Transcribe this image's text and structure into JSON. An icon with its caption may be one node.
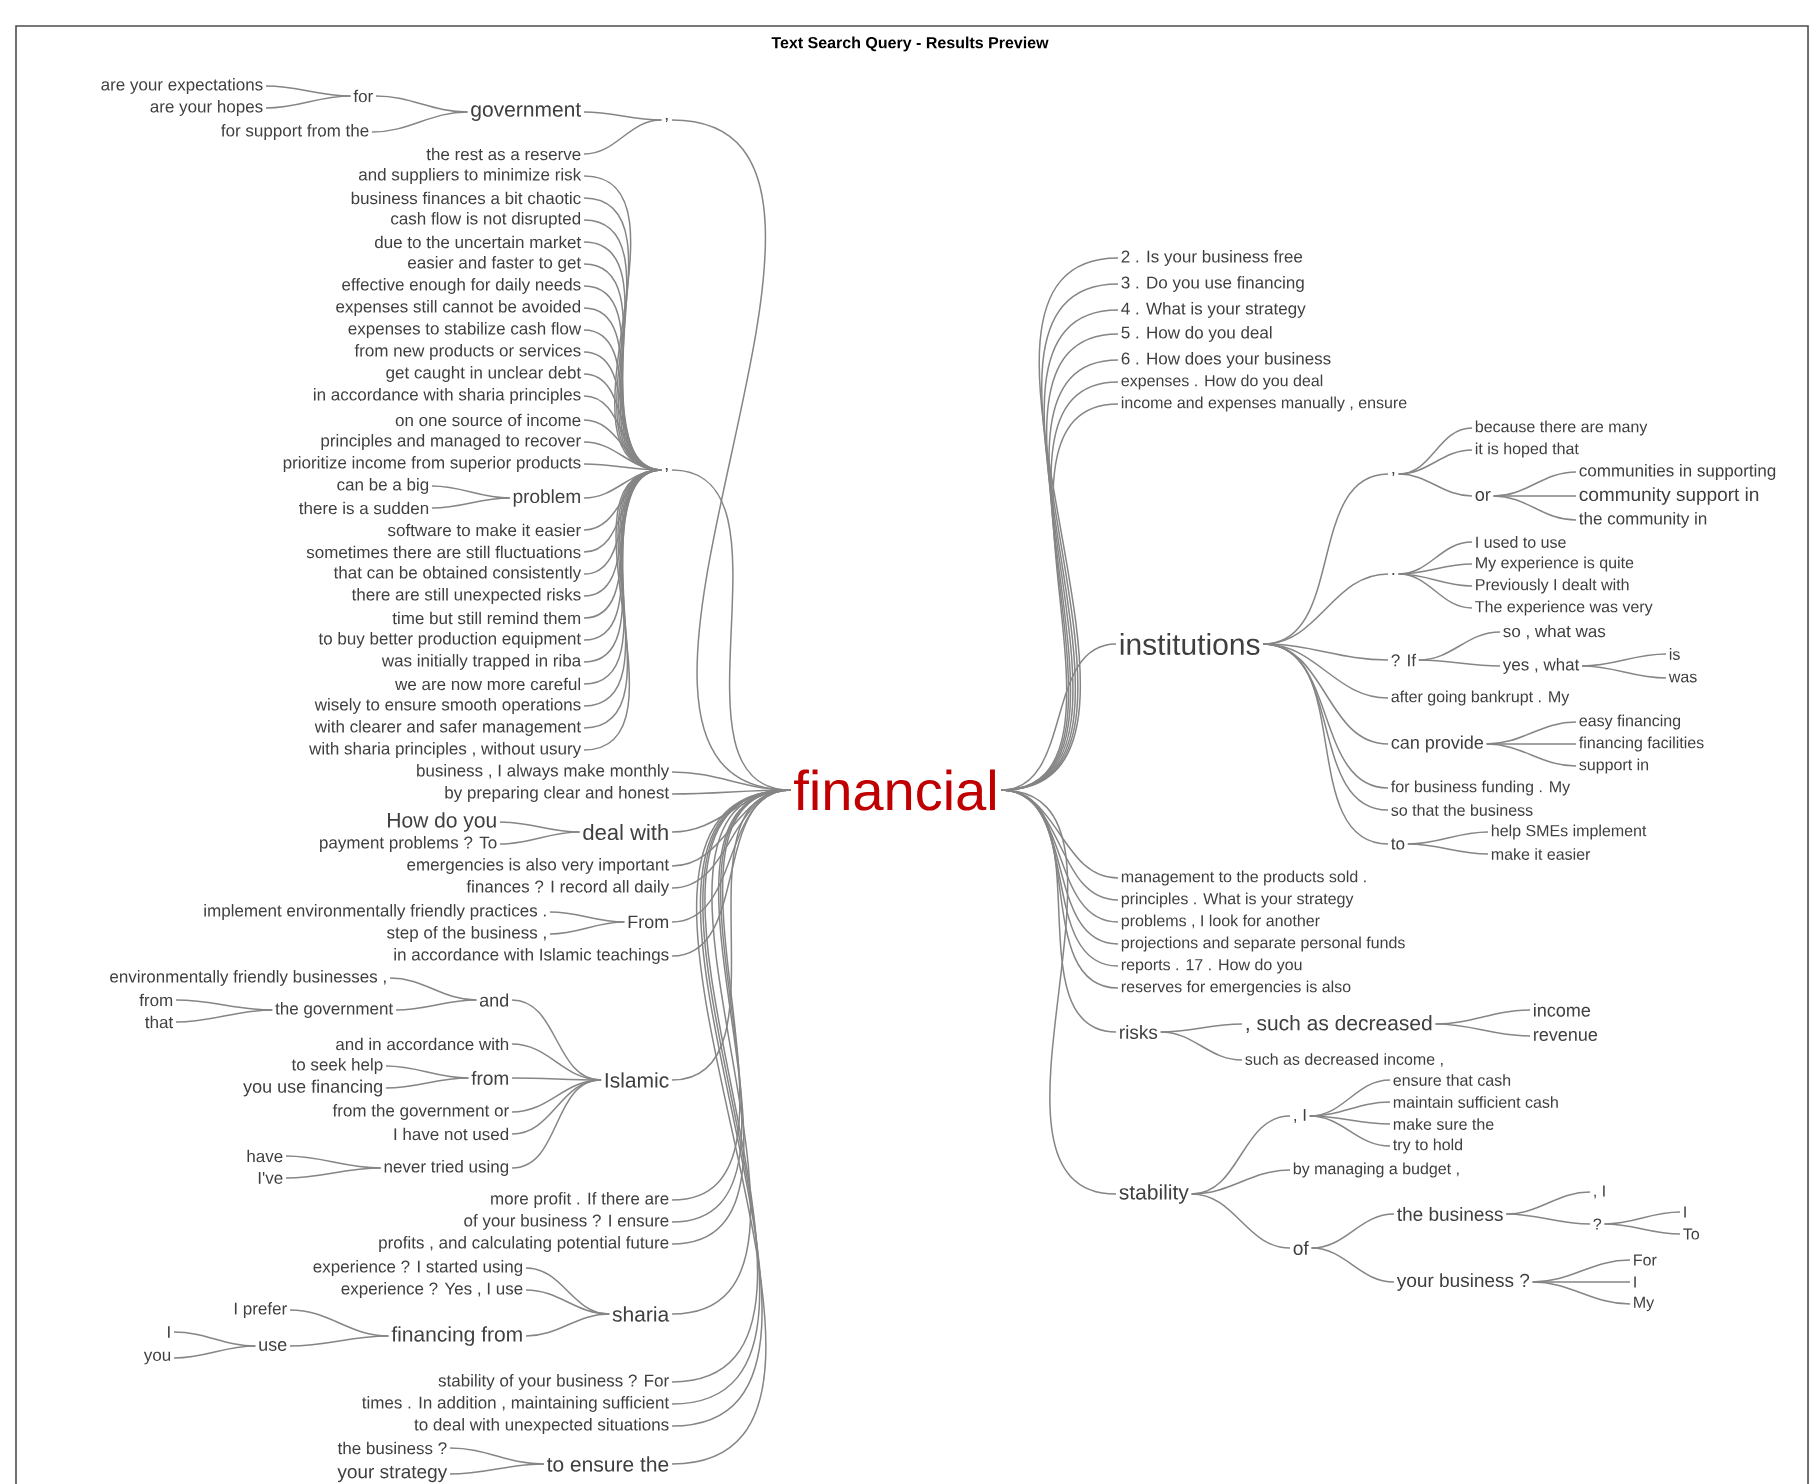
{
  "diagram": {
    "title": "Text Search Query - Results Preview",
    "nodes": [
      {
        "text": [
          "are your expectations"
        ]
      },
      {
        "text": [
          "are your hopes"
        ]
      },
      {
        "text": [
          "for"
        ]
      },
      {
        "text": [
          "for support from the"
        ]
      },
      {
        "text": [
          "government"
        ]
      },
      {
        "text": [
          ","
        ]
      },
      {
        "text": [
          "the rest as a reserve"
        ]
      },
      {
        "text": [
          "and suppliers to minimize risk"
        ]
      },
      {
        "text": [
          "business finances a bit chaotic"
        ]
      },
      {
        "text": [
          "cash flow is not disrupted"
        ]
      },
      {
        "text": [
          "due to the uncertain market"
        ]
      },
      {
        "text": [
          "easier and faster to get"
        ]
      },
      {
        "text": [
          "effective enough for daily needs"
        ]
      },
      {
        "text": [
          "expenses still cannot be avoided"
        ]
      },
      {
        "text": [
          "expenses to stabilize cash flow"
        ]
      },
      {
        "text": [
          "from new products or services"
        ]
      },
      {
        "text": [
          "get caught in unclear debt"
        ]
      },
      {
        "text": [
          "in accordance with sharia principles"
        ]
      },
      {
        "text": [
          "on one source of income"
        ]
      },
      {
        "text": [
          "principles and managed to recover"
        ]
      },
      {
        "text": [
          "prioritize income from superior products"
        ]
      },
      {
        "text": [
          ","
        ]
      },
      {
        "text": [
          "can be a big"
        ]
      },
      {
        "text": [
          "problem"
        ]
      },
      {
        "text": [
          "there is a sudden"
        ]
      },
      {
        "text": [
          "software to make it easier"
        ]
      },
      {
        "text": [
          "sometimes there are still fluctuations"
        ]
      },
      {
        "text": [
          "that can be obtained consistently"
        ]
      },
      {
        "text": [
          "there are still unexpected risks"
        ]
      },
      {
        "text": [
          "time but still remind them"
        ]
      },
      {
        "text": [
          "to buy better production equipment"
        ]
      },
      {
        "text": [
          "was initially trapped in riba"
        ]
      },
      {
        "text": [
          "we are now more careful"
        ]
      },
      {
        "text": [
          "wisely to ensure smooth operations"
        ]
      },
      {
        "text": [
          "with clearer and safer management"
        ]
      },
      {
        "text": [
          "with sharia principles , without usury"
        ]
      },
      {
        "text": [
          "business , I always make monthly"
        ]
      },
      {
        "text": [
          "by preparing clear and honest"
        ]
      },
      {
        "text": [
          "How do you"
        ]
      },
      {
        "text": [
          "deal with"
        ]
      },
      {
        "text": [
          "payment problems ? To"
        ]
      },
      {
        "text": [
          "emergencies is also very important"
        ]
      },
      {
        "text": [
          "finances ? I record all daily"
        ]
      },
      {
        "text": [
          "implement environmentally friendly practices ."
        ]
      },
      {
        "text": [
          "From"
        ]
      },
      {
        "text": [
          "step of the business ,"
        ]
      },
      {
        "text": [
          "in accordance with Islamic teachings"
        ]
      },
      {
        "text": [
          "environmentally friendly businesses ,"
        ]
      },
      {
        "text": [
          "from"
        ]
      },
      {
        "text": [
          "the government"
        ]
      },
      {
        "text": [
          "and"
        ]
      },
      {
        "text": [
          "that"
        ]
      },
      {
        "text": [
          "and in accordance with"
        ]
      },
      {
        "text": [
          "Islamic"
        ]
      },
      {
        "text": [
          "to seek help"
        ]
      },
      {
        "text": [
          "from"
        ]
      },
      {
        "text": [
          "you use financing"
        ]
      },
      {
        "text": [
          "from the government or"
        ]
      },
      {
        "text": [
          "I have not used"
        ]
      },
      {
        "text": [
          "have"
        ]
      },
      {
        "text": [
          "never tried using"
        ]
      },
      {
        "text": [
          "I've"
        ]
      },
      {
        "text": [
          "more profit . If there are"
        ]
      },
      {
        "text": [
          "of your business ? I ensure"
        ]
      },
      {
        "text": [
          "profits , and calculating potential future"
        ]
      },
      {
        "text": [
          "experience ? I started using"
        ]
      },
      {
        "text": [
          "experience ? Yes , I use"
        ]
      },
      {
        "text": [
          "I prefer"
        ]
      },
      {
        "text": [
          "sharia"
        ]
      },
      {
        "text": [
          "financing from"
        ]
      },
      {
        "text": [
          "I"
        ]
      },
      {
        "text": [
          "use"
        ]
      },
      {
        "text": [
          "you"
        ]
      },
      {
        "text": [
          "stability of your business ? For"
        ]
      },
      {
        "text": [
          "times . In addition , maintaining sufficient"
        ]
      },
      {
        "text": [
          "to deal with unexpected situations"
        ]
      },
      {
        "text": [
          "the business ?"
        ]
      },
      {
        "text": [
          "your strategy"
        ]
      },
      {
        "text": [
          "to ensure the"
        ]
      },
      {
        "text": [
          "financial"
        ]
      },
      {
        "text": [
          "2 . Is your business free"
        ]
      },
      {
        "text": [
          "3 . Do you use financing"
        ]
      },
      {
        "text": [
          "4 . What is your strategy"
        ]
      },
      {
        "text": [
          "5 . How do you deal"
        ]
      },
      {
        "text": [
          "6 . How does your business"
        ]
      },
      {
        "text": [
          "expenses . How do you deal"
        ]
      },
      {
        "text": [
          "income and expenses manually , ensure"
        ]
      },
      {
        "text": [
          "because there are many"
        ]
      },
      {
        "text": [
          "it is hoped that"
        ]
      },
      {
        "text": [
          ","
        ]
      },
      {
        "text": [
          "communities in supporting"
        ]
      },
      {
        "text": [
          "or"
        ]
      },
      {
        "text": [
          "community support in"
        ]
      },
      {
        "text": [
          "the community in"
        ]
      },
      {
        "text": [
          "I used to use"
        ]
      },
      {
        "text": [
          "My experience is quite"
        ]
      },
      {
        "text": [
          "."
        ]
      },
      {
        "text": [
          "Previously I dealt with"
        ]
      },
      {
        "text": [
          "The experience was very"
        ]
      },
      {
        "text": [
          "so , what was"
        ]
      },
      {
        "text": [
          "institutions"
        ]
      },
      {
        "text": [
          "? If"
        ]
      },
      {
        "text": [
          "is"
        ]
      },
      {
        "text": [
          "yes , what"
        ]
      },
      {
        "text": [
          "was"
        ]
      },
      {
        "text": [
          "after going bankrupt . My"
        ]
      },
      {
        "text": [
          "easy financing"
        ]
      },
      {
        "text": [
          "can provide"
        ]
      },
      {
        "text": [
          "financing facilities"
        ]
      },
      {
        "text": [
          "support in"
        ]
      },
      {
        "text": [
          "for business funding . My"
        ]
      },
      {
        "text": [
          "so that the business"
        ]
      },
      {
        "text": [
          "help SMEs implement"
        ]
      },
      {
        "text": [
          "to"
        ]
      },
      {
        "text": [
          "make it easier"
        ]
      },
      {
        "text": [
          "management to the products sold ."
        ]
      },
      {
        "text": [
          "principles . What is your strategy"
        ]
      },
      {
        "text": [
          "problems , I look for another"
        ]
      },
      {
        "text": [
          "projections and separate personal funds"
        ]
      },
      {
        "text": [
          "reports . 17 . How do you"
        ]
      },
      {
        "text": [
          "reserves for emergencies is also"
        ]
      },
      {
        "text": [
          "income"
        ]
      },
      {
        "text": [
          "risks"
        ]
      },
      {
        "text": [
          ", such as decreased"
        ]
      },
      {
        "text": [
          "revenue"
        ]
      },
      {
        "text": [
          "such as decreased income ,"
        ]
      },
      {
        "text": [
          "ensure that cash"
        ]
      },
      {
        "text": [
          "maintain sufficient cash"
        ]
      },
      {
        "text": [
          ", I"
        ]
      },
      {
        "text": [
          "make sure the"
        ]
      },
      {
        "text": [
          "try to hold"
        ]
      },
      {
        "text": [
          "by managing a budget ,"
        ]
      },
      {
        "text": [
          ", I"
        ]
      },
      {
        "text": [
          "stability"
        ]
      },
      {
        "text": [
          "I"
        ]
      },
      {
        "text": [
          "the business"
        ]
      },
      {
        "text": [
          "?"
        ]
      },
      {
        "text": [
          "To"
        ]
      },
      {
        "text": [
          "of"
        ]
      },
      {
        "text": [
          "For"
        ]
      },
      {
        "text": [
          "your business ?"
        ]
      },
      {
        "text": [
          "I"
        ]
      },
      {
        "text": [
          "My"
        ]
      }
    ],
    "edges": [
      {
        "from": 2,
        "to": 0,
        "arrow": "none"
      },
      {
        "from": 2,
        "to": 1,
        "arrow": "none"
      },
      {
        "from": 4,
        "to": 2,
        "arrow": "none"
      },
      {
        "from": 4,
        "to": 3,
        "arrow": "none"
      },
      {
        "from": 5,
        "to": 4,
        "arrow": "none"
      },
      {
        "from": 79,
        "to": 5,
        "arrow": "none"
      },
      {
        "from": 5,
        "to": 6,
        "arrow": "none"
      },
      {
        "from": 21,
        "to": 7,
        "arrow": "none"
      },
      {
        "from": 21,
        "to": 8,
        "arrow": "none"
      },
      {
        "from": 21,
        "to": 9,
        "arrow": "none"
      },
      {
        "from": 21,
        "to": 10,
        "arrow": "none"
      },
      {
        "from": 21,
        "to": 11,
        "arrow": "none"
      },
      {
        "from": 21,
        "to": 12,
        "arrow": "none"
      },
      {
        "from": 21,
        "to": 13,
        "arrow": "none"
      },
      {
        "from": 21,
        "to": 14,
        "arrow": "none"
      },
      {
        "from": 21,
        "to": 15,
        "arrow": "none"
      },
      {
        "from": 21,
        "to": 16,
        "arrow": "none"
      },
      {
        "from": 21,
        "to": 17,
        "arrow": "none"
      },
      {
        "from": 21,
        "to": 18,
        "arrow": "none"
      },
      {
        "from": 21,
        "to": 19,
        "arrow": "none"
      },
      {
        "from": 21,
        "to": 20,
        "arrow": "none"
      },
      {
        "from": 79,
        "to": 21,
        "arrow": "none"
      },
      {
        "from": 23,
        "to": 22,
        "arrow": "none"
      },
      {
        "from": 21,
        "to": 23,
        "arrow": "none"
      },
      {
        "from": 23,
        "to": 24,
        "arrow": "none"
      },
      {
        "from": 21,
        "to": 25,
        "arrow": "none"
      },
      {
        "from": 21,
        "to": 26,
        "arrow": "none"
      },
      {
        "from": 21,
        "to": 27,
        "arrow": "none"
      },
      {
        "from": 21,
        "to": 28,
        "arrow": "none"
      },
      {
        "from": 21,
        "to": 29,
        "arrow": "none"
      },
      {
        "from": 21,
        "to": 30,
        "arrow": "none"
      },
      {
        "from": 21,
        "to": 31,
        "arrow": "none"
      },
      {
        "from": 21,
        "to": 32,
        "arrow": "none"
      },
      {
        "from": 21,
        "to": 33,
        "arrow": "none"
      },
      {
        "from": 21,
        "to": 34,
        "arrow": "none"
      },
      {
        "from": 21,
        "to": 35,
        "arrow": "none"
      },
      {
        "from": 79,
        "to": 36,
        "arrow": "none"
      },
      {
        "from": 79,
        "to": 37,
        "arrow": "none"
      },
      {
        "from": 39,
        "to": 38,
        "arrow": "none"
      },
      {
        "from": 79,
        "to": 39,
        "arrow": "none"
      },
      {
        "from": 39,
        "to": 40,
        "arrow": "none"
      },
      {
        "from": 79,
        "to": 41,
        "arrow": "none"
      },
      {
        "from": 79,
        "to": 42,
        "arrow": "none"
      },
      {
        "from": 44,
        "to": 43,
        "arrow": "none"
      },
      {
        "from": 79,
        "to": 44,
        "arrow": "none"
      },
      {
        "from": 44,
        "to": 45,
        "arrow": "none"
      },
      {
        "from": 79,
        "to": 46,
        "arrow": "none"
      },
      {
        "from": 50,
        "to": 47,
        "arrow": "none"
      },
      {
        "from": 49,
        "to": 48,
        "arrow": "none"
      },
      {
        "from": 50,
        "to": 49,
        "arrow": "none"
      },
      {
        "from": 53,
        "to": 50,
        "arrow": "none"
      },
      {
        "from": 49,
        "to": 51,
        "arrow": "none"
      },
      {
        "from": 53,
        "to": 52,
        "arrow": "none"
      },
      {
        "from": 79,
        "to": 53,
        "arrow": "none"
      },
      {
        "from": 55,
        "to": 54,
        "arrow": "none"
      },
      {
        "from": 53,
        "to": 55,
        "arrow": "none"
      },
      {
        "from": 55,
        "to": 56,
        "arrow": "none"
      },
      {
        "from": 53,
        "to": 57,
        "arrow": "none"
      },
      {
        "from": 53,
        "to": 58,
        "arrow": "none"
      },
      {
        "from": 60,
        "to": 59,
        "arrow": "none"
      },
      {
        "from": 53,
        "to": 60,
        "arrow": "none"
      },
      {
        "from": 60,
        "to": 61,
        "arrow": "none"
      },
      {
        "from": 79,
        "to": 62,
        "arrow": "none"
      },
      {
        "from": 79,
        "to": 63,
        "arrow": "none"
      },
      {
        "from": 79,
        "to": 64,
        "arrow": "none"
      },
      {
        "from": 68,
        "to": 65,
        "arrow": "none"
      },
      {
        "from": 68,
        "to": 66,
        "arrow": "none"
      },
      {
        "from": 69,
        "to": 67,
        "arrow": "none"
      },
      {
        "from": 79,
        "to": 68,
        "arrow": "none"
      },
      {
        "from": 68,
        "to": 69,
        "arrow": "none"
      },
      {
        "from": 71,
        "to": 70,
        "arrow": "none"
      },
      {
        "from": 69,
        "to": 71,
        "arrow": "none"
      },
      {
        "from": 71,
        "to": 72,
        "arrow": "none"
      },
      {
        "from": 79,
        "to": 73,
        "arrow": "none"
      },
      {
        "from": 79,
        "to": 74,
        "arrow": "none"
      },
      {
        "from": 79,
        "to": 75,
        "arrow": "none"
      },
      {
        "from": 78,
        "to": 76,
        "arrow": "none"
      },
      {
        "from": 78,
        "to": 77,
        "arrow": "none"
      },
      {
        "from": 79,
        "to": 78,
        "arrow": "none"
      },
      {
        "from": 79,
        "to": 80,
        "arrow": "none"
      },
      {
        "from": 79,
        "to": 81,
        "arrow": "none"
      },
      {
        "from": 79,
        "to": 82,
        "arrow": "none"
      },
      {
        "from": 79,
        "to": 83,
        "arrow": "none"
      },
      {
        "from": 79,
        "to": 84,
        "arrow": "none"
      },
      {
        "from": 79,
        "to": 85,
        "arrow": "none"
      },
      {
        "from": 79,
        "to": 86,
        "arrow": "none"
      },
      {
        "from": 89,
        "to": 87,
        "arrow": "none"
      },
      {
        "from": 89,
        "to": 88,
        "arrow": "none"
      },
      {
        "from": 100,
        "to": 89,
        "arrow": "none"
      },
      {
        "from": 91,
        "to": 90,
        "arrow": "none"
      },
      {
        "from": 89,
        "to": 91,
        "arrow": "none"
      },
      {
        "from": 91,
        "to": 92,
        "arrow": "none"
      },
      {
        "from": 91,
        "to": 93,
        "arrow": "none"
      },
      {
        "from": 96,
        "to": 94,
        "arrow": "none"
      },
      {
        "from": 96,
        "to": 95,
        "arrow": "none"
      },
      {
        "from": 100,
        "to": 96,
        "arrow": "none"
      },
      {
        "from": 96,
        "to": 97,
        "arrow": "none"
      },
      {
        "from": 96,
        "to": 98,
        "arrow": "none"
      },
      {
        "from": 101,
        "to": 99,
        "arrow": "none"
      },
      {
        "from": 79,
        "to": 100,
        "arrow": "none"
      },
      {
        "from": 100,
        "to": 101,
        "arrow": "none"
      },
      {
        "from": 103,
        "to": 102,
        "arrow": "none"
      },
      {
        "from": 101,
        "to": 103,
        "arrow": "none"
      },
      {
        "from": 103,
        "to": 104,
        "arrow": "none"
      },
      {
        "from": 100,
        "to": 105,
        "arrow": "none"
      },
      {
        "from": 107,
        "to": 106,
        "arrow": "none"
      },
      {
        "from": 100,
        "to": 107,
        "arrow": "none"
      },
      {
        "from": 107,
        "to": 108,
        "arrow": "none"
      },
      {
        "from": 107,
        "to": 109,
        "arrow": "none"
      },
      {
        "from": 100,
        "to": 110,
        "arrow": "none"
      },
      {
        "from": 100,
        "to": 111,
        "arrow": "none"
      },
      {
        "from": 113,
        "to": 112,
        "arrow": "none"
      },
      {
        "from": 100,
        "to": 113,
        "arrow": "none"
      },
      {
        "from": 113,
        "to": 114,
        "arrow": "none"
      },
      {
        "from": 79,
        "to": 115,
        "arrow": "none"
      },
      {
        "from": 79,
        "to": 116,
        "arrow": "none"
      },
      {
        "from": 79,
        "to": 117,
        "arrow": "none"
      },
      {
        "from": 79,
        "to": 118,
        "arrow": "none"
      },
      {
        "from": 79,
        "to": 119,
        "arrow": "none"
      },
      {
        "from": 79,
        "to": 120,
        "arrow": "none"
      },
      {
        "from": 123,
        "to": 121,
        "arrow": "none"
      },
      {
        "from": 79,
        "to": 122,
        "arrow": "none"
      },
      {
        "from": 122,
        "to": 123,
        "arrow": "none"
      },
      {
        "from": 123,
        "to": 124,
        "arrow": "none"
      },
      {
        "from": 122,
        "to": 125,
        "arrow": "none"
      },
      {
        "from": 128,
        "to": 126,
        "arrow": "none"
      },
      {
        "from": 128,
        "to": 127,
        "arrow": "none"
      },
      {
        "from": 133,
        "to": 128,
        "arrow": "none"
      },
      {
        "from": 128,
        "to": 129,
        "arrow": "none"
      },
      {
        "from": 128,
        "to": 130,
        "arrow": "none"
      },
      {
        "from": 133,
        "to": 131,
        "arrow": "none"
      },
      {
        "from": 135,
        "to": 132,
        "arrow": "none"
      },
      {
        "from": 79,
        "to": 133,
        "arrow": "none"
      },
      {
        "from": 136,
        "to": 134,
        "arrow": "none"
      },
      {
        "from": 138,
        "to": 135,
        "arrow": "none"
      },
      {
        "from": 135,
        "to": 136,
        "arrow": "none"
      },
      {
        "from": 136,
        "to": 137,
        "arrow": "none"
      },
      {
        "from": 133,
        "to": 138,
        "arrow": "none"
      },
      {
        "from": 140,
        "to": 139,
        "arrow": "none"
      },
      {
        "from": 138,
        "to": 140,
        "arrow": "none"
      },
      {
        "from": 140,
        "to": 141,
        "arrow": "none"
      },
      {
        "from": 140,
        "to": 142,
        "arrow": "none"
      }
    ]
  }
}
